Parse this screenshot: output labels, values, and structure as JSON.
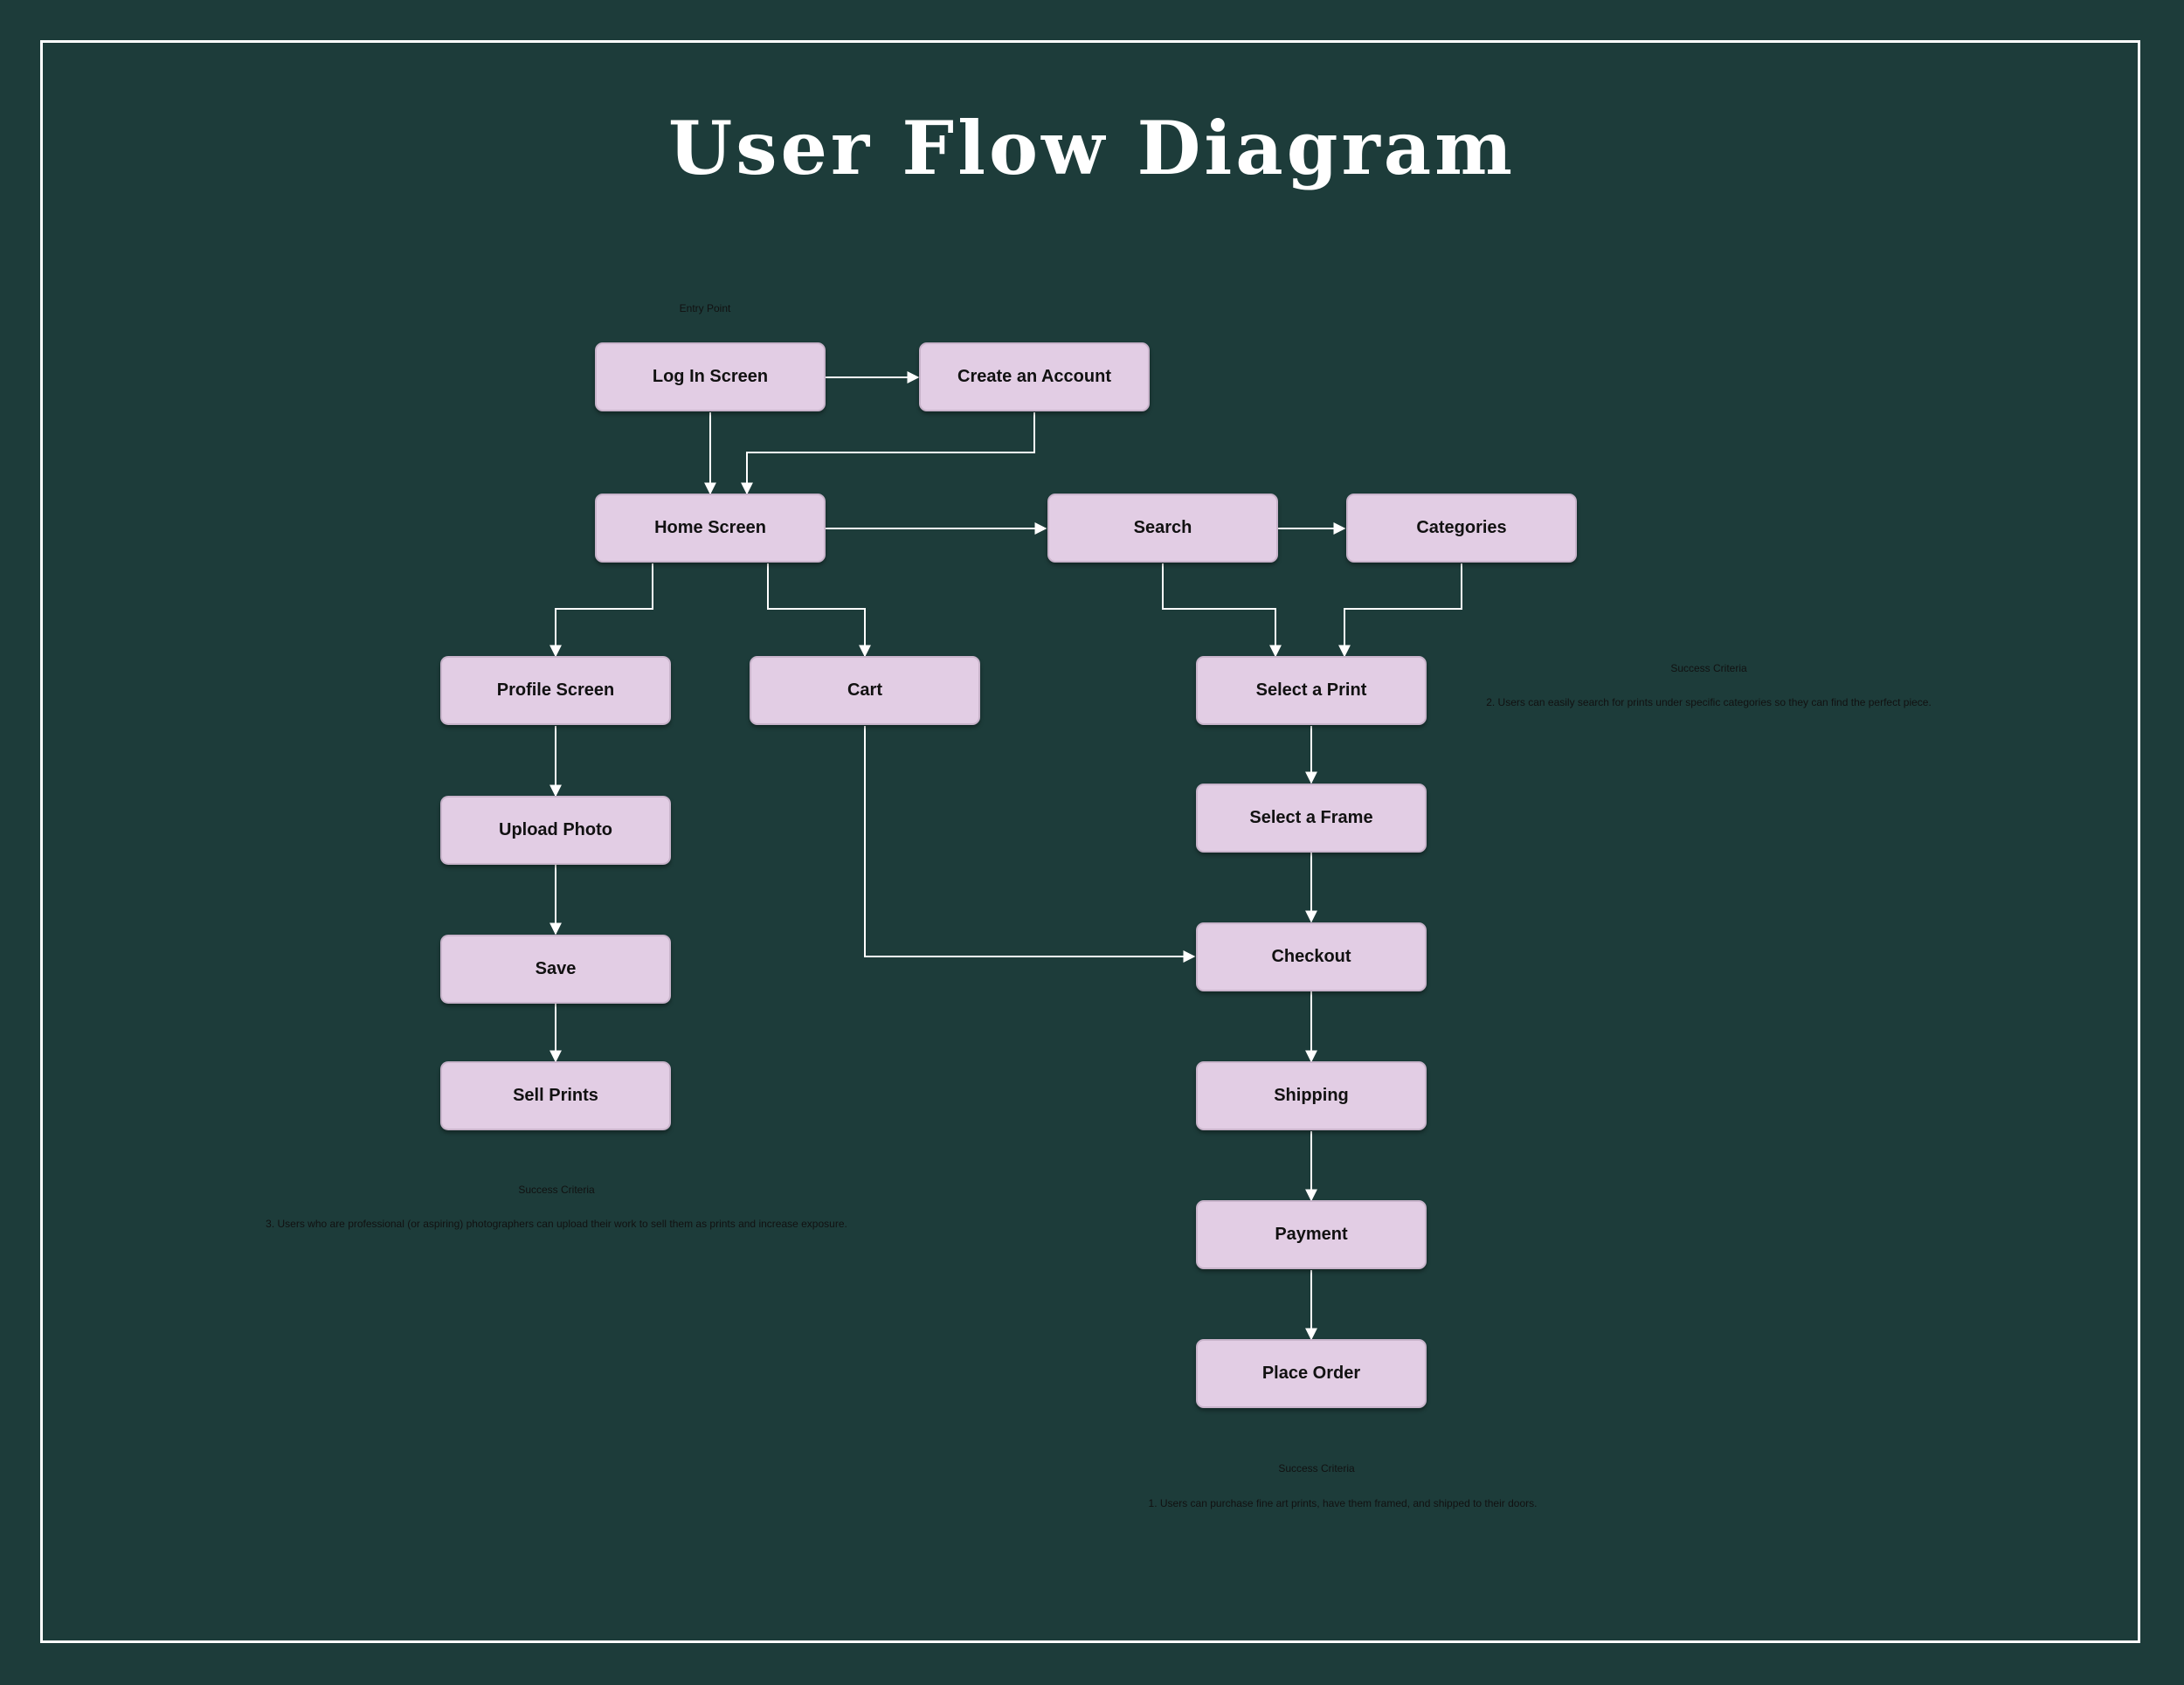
{
  "title": "User Flow Diagram",
  "entry_label": "Entry Point",
  "nodes": {
    "login": "Log In Screen",
    "create_account": "Create an Account",
    "home": "Home Screen",
    "search": "Search",
    "categories": "Categories",
    "profile": "Profile Screen",
    "cart": "Cart",
    "select_print": "Select a Print",
    "upload_photo": "Upload Photo",
    "select_frame": "Select a Frame",
    "save": "Save",
    "checkout": "Checkout",
    "sell_prints": "Sell Prints",
    "shipping": "Shipping",
    "payment": "Payment",
    "place_order": "Place Order"
  },
  "edges": [
    [
      "login",
      "create_account"
    ],
    [
      "login",
      "home"
    ],
    [
      "create_account",
      "home"
    ],
    [
      "home",
      "search"
    ],
    [
      "search",
      "categories"
    ],
    [
      "home",
      "profile"
    ],
    [
      "home",
      "cart"
    ],
    [
      "search",
      "select_print"
    ],
    [
      "categories",
      "select_print"
    ],
    [
      "profile",
      "upload_photo"
    ],
    [
      "upload_photo",
      "save"
    ],
    [
      "save",
      "sell_prints"
    ],
    [
      "select_print",
      "select_frame"
    ],
    [
      "select_frame",
      "checkout"
    ],
    [
      "cart",
      "checkout"
    ],
    [
      "checkout",
      "shipping"
    ],
    [
      "shipping",
      "payment"
    ],
    [
      "payment",
      "place_order"
    ]
  ],
  "success_criteria": [
    {
      "heading": "Success Criteria",
      "text": "2. Users can easily search for prints under specific categories so they can find the perfect piece."
    },
    {
      "heading": "Success Criteria",
      "text": "3. Users who are professional (or aspiring) photographers can upload their work to sell them as prints and increase exposure."
    },
    {
      "heading": "Success Criteria",
      "text": "1. Users can purchase fine art prints, have them framed, and shipped to their doors."
    }
  ],
  "colors": {
    "background": "#1d3c3a",
    "node_fill": "#e2cde4",
    "line": "#ffffff",
    "text": "#111111"
  }
}
